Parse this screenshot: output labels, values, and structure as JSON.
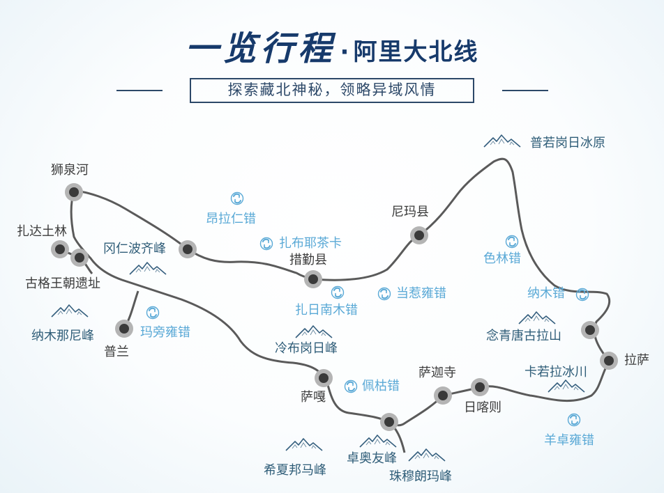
{
  "title": {
    "brush": "一览行程",
    "main": "阿里大北线"
  },
  "subtitle": "探索藏北神秘，领略异域风情",
  "colors": {
    "route": "#5a5a5a",
    "stop_outer": "#b4b4b4",
    "stop_inner": "#3a3a3a",
    "title": "#173a6b",
    "lake": "#5aa9d6",
    "mountain": "#2f5d78",
    "town": "#3b3b3b"
  },
  "towns": {
    "shiquanhe": "狮泉河",
    "zhadatulin": "扎达土林",
    "guge": "古格王朝遗址",
    "pulan": "普兰",
    "sage": "萨嘎",
    "cuoqin": "措勤县",
    "nima": "尼玛县",
    "lhasa": "拉萨",
    "rikaze": "日喀则",
    "sajia": "萨迦寺"
  },
  "lakes": {
    "anglaren": "昂拉仁错",
    "zhabuyecaka": "扎布耶茶卡",
    "zharinanmu": "扎日南木错",
    "dangreyong": "当惹雍错",
    "selin": "色林错",
    "namu": "纳木错",
    "mapang": "玛旁雍错",
    "peiku": "佩枯错",
    "yangzhuoyong": "羊卓雍错"
  },
  "mountains": {
    "puruogangri": "普若岗日冰原",
    "gangrenboqi": "冈仁波齐峰",
    "namunani": "纳木那尼峰",
    "lengbugangri": "冷布岗日峰",
    "nianqingtanggula": "念青唐古拉山",
    "karuola": "卡若拉冰川",
    "xixiabangma": "希夏邦马峰",
    "zhuoaoyou": "卓奥友峰",
    "zhumulangma": "珠穆朗玛峰"
  }
}
